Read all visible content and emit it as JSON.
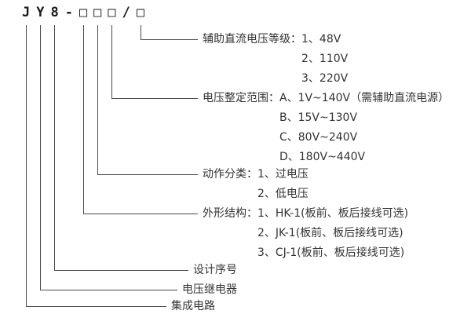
{
  "model": {
    "code": "JY8-□□□/□"
  },
  "legend": {
    "aux_voltage": {
      "label": "辅助直流电压等级：",
      "items": [
        "1、48V",
        "2、110V",
        "3、220V"
      ]
    },
    "setting_range": {
      "label": "电压整定范围：",
      "items": [
        "A、1V~140V（需辅助直流电源）",
        "B、15V~130V",
        "C、80V~240V",
        "D、180V~440V"
      ]
    },
    "action_class": {
      "label": "动作分类：",
      "items": [
        "1、过电压",
        "2、低电压"
      ]
    },
    "structure": {
      "label": "外形结构：",
      "items": [
        "1、HK-1(板前、板后接线可选)",
        "2、JK-1(板前、板后接线可选)",
        "3、CJ-1(板前、板后接线可选)"
      ]
    },
    "design_serial": "设计序号",
    "voltage_relay": "电压继电器",
    "integrated_circuit": "集成电路"
  },
  "colors": {
    "line": "#4a4a4a",
    "text": "#333333"
  }
}
